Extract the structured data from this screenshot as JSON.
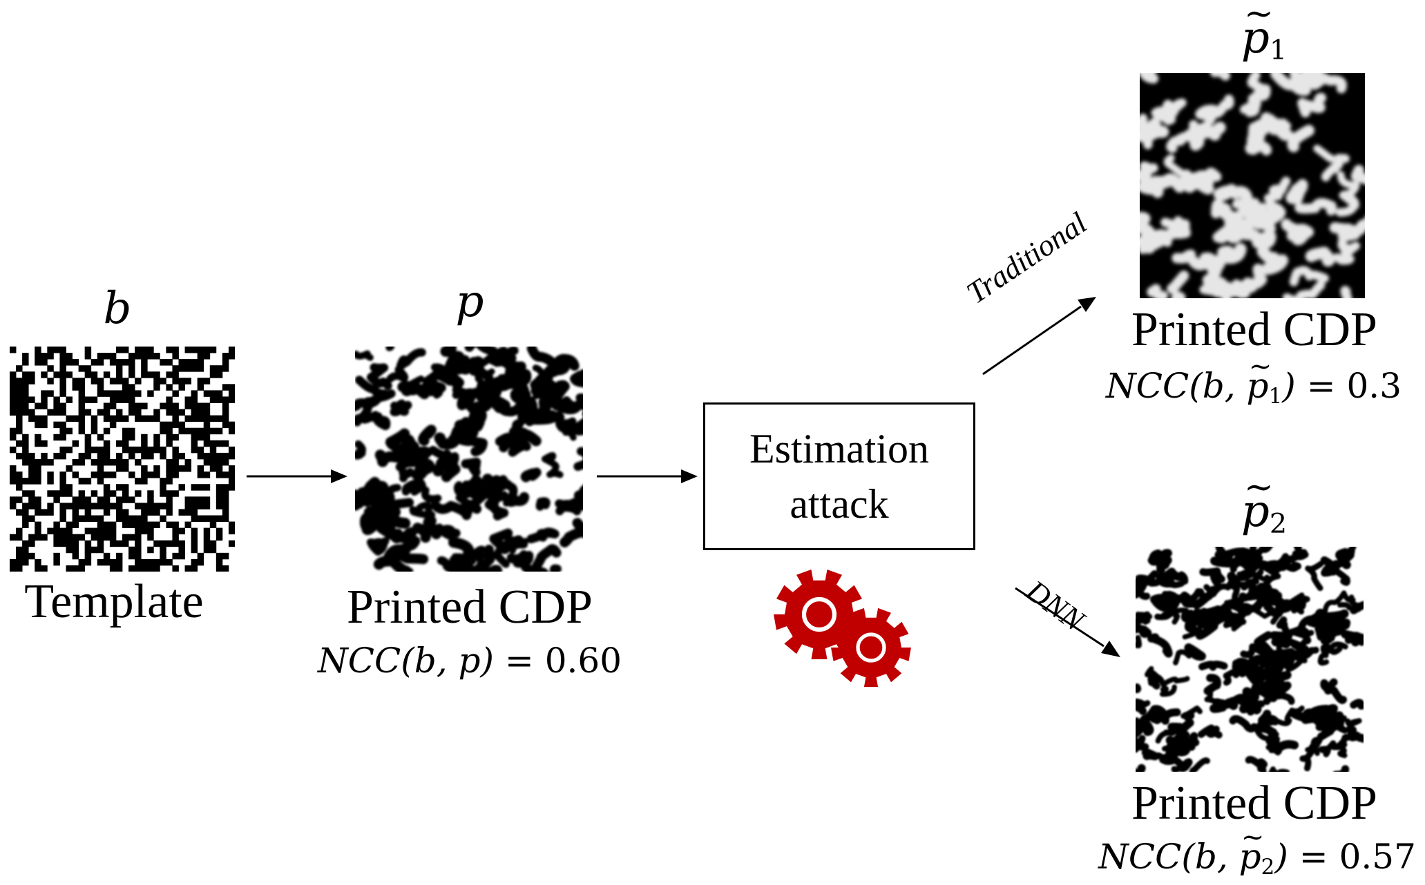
{
  "template": {
    "symbol": "b",
    "caption": "Template"
  },
  "printed": {
    "symbol": "p",
    "caption": "Printed CDP",
    "ncc_label": "NCC(b, p) = ",
    "ncc_value": "0.60"
  },
  "attack": {
    "line1": "Estimation",
    "line2": "attack"
  },
  "routes": {
    "traditional": "Traditional",
    "dnn": "DNN"
  },
  "estimate1": {
    "symbol": "p",
    "subscript": "1",
    "caption": "Printed CDP",
    "ncc_value": "0.3"
  },
  "estimate2": {
    "symbol": "p",
    "subscript": "2",
    "caption": "Printed CDP",
    "ncc_value": "0.57"
  },
  "colors": {
    "gear": "#c00000",
    "ink": "#000000",
    "paper": "#ffffff"
  }
}
